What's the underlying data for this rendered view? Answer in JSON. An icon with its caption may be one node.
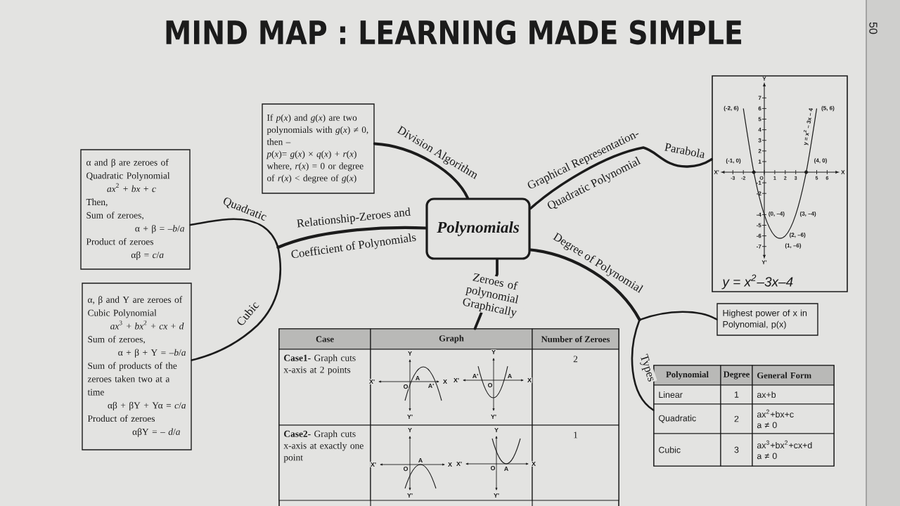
{
  "diagram": {
    "title": "MIND MAP : LEARNING MADE SIMPLE",
    "nodes": [
      {
        "text": [
          "Polynomials"
        ]
      },
      {
        "text": [
          "α and β are zeroes of Quadratic Polynomial",
          "*ax*$^{2}$ + *bx* + *c*",
          "Then,",
          "Sum of zeroes,",
          "α + β = –*b*/*a*",
          "Product of zeroes",
          "αβ = *c*/*a*"
        ]
      },
      {
        "text": [
          "α, β and Υ are zeroes of Cubic Polynomial",
          "*ax*$^{3}$ + *bx*$^{2}$ + *cx* + *d*",
          "Sum of zeroes,",
          "α + β + Υ = –*b*/*a*",
          "Sum of products of the zeroes taken two at a time",
          "αβ + βΥ + Υα = *c*/*a*",
          "Product of zeroes",
          "αβΥ = – *d*/*a*"
        ]
      },
      {
        "text": [
          "If *p*(*x*) and *g*(*x*) are two polynomials with *g*(*x*) ≠ 0, then –",
          "*p*(*x*)= *g*(*x*) × *q*(*x*) + *r*(*x*)",
          "where, *r*(*x*) = 0 or degree of *r*(*x*) < degree of *g*(*x*)"
        ]
      },
      {
        "text": [
          "y = x$^{2}$–3x–4"
        ]
      },
      {
        "text": [
          "Highest power of x in Polynomial, p(x)"
        ]
      },
      {
        "text": [
          "Polynomial",
          "Degree",
          "General Form",
          "Linear",
          "1",
          "ax+b",
          "Quadratic",
          "2",
          "ax$^{2}$+bx+c",
          "a ≠ 0",
          "Cubic",
          "3",
          "ax$^{3}$+bx$^{2}$+cx+d",
          "a ≠ 0"
        ]
      },
      {
        "text": [
          "Case",
          "Graph",
          "Number of Zeroes",
          "**Case1-** Graph cuts x-axis at 2 points",
          "2",
          "**Case2-** Graph cuts x-axis at exactly one point",
          "1"
        ]
      }
    ],
    "edges": [
      {
        "from": 0,
        "to": 3,
        "arrow": "none",
        "label": "Division Algorithm"
      },
      {
        "from": 0,
        "to": 1,
        "arrow": "none",
        "label": "Quadratic"
      },
      {
        "from": 0,
        "to": 2,
        "arrow": "none",
        "label": "Cubic"
      },
      {
        "from": 0,
        "to": 4,
        "arrow": "none",
        "label": "Parabola"
      },
      {
        "from": 0,
        "to": 5,
        "arrow": "none"
      },
      {
        "from": 0,
        "to": 6,
        "arrow": "none",
        "label": "Types"
      },
      {
        "from": 0,
        "to": 7,
        "arrow": "none",
        "label": "Zeroes of polynomial Graphically"
      }
    ],
    "labels": [
      "50",
      "Relationship-Zeroes and",
      "Coefficient of Polynomials",
      "Graphical Representation-",
      "Quadratic Polynomial",
      "Degree of Polynomial",
      "Y",
      "X'",
      "X",
      "O",
      "A",
      "A'",
      "Y'",
      "Y",
      "X'",
      "X",
      "O",
      "A'",
      "A",
      "Y'",
      "Y",
      "X'",
      "X",
      "O",
      "A",
      "Y'",
      "Y",
      "X'",
      "X",
      "O",
      "A",
      "Y'"
    ],
    "chart_data": {
      "type": "line",
      "xlabel": "X",
      "ylabel": "Y",
      "x": [
        -2,
        -1,
        0,
        1,
        2,
        3,
        4,
        5
      ],
      "series": [
        {
          "name": "y = x$^{2}$ – 3x – 4",
          "color": "#1b1b1b",
          "values": [
            6,
            0,
            -4,
            -6,
            -6,
            -4,
            0,
            6
          ]
        }
      ],
      "xlim": [
        -3.8,
        6.8
      ],
      "ylim": [
        -7.8,
        8.1
      ],
      "xticks": [
        -3,
        -2,
        {
          "value": 0,
          "label": "O"
        },
        1,
        2,
        3,
        5,
        6
      ],
      "yticks": [
        -7,
        -6,
        -5,
        -4,
        -2,
        -1,
        1,
        2,
        3,
        4,
        5,
        6,
        7
      ],
      "annotations": [
        {
          "x": -2,
          "y": 6,
          "text": "(-2, 6)"
        },
        {
          "x": 5,
          "y": 6,
          "text": "(5, 6)"
        },
        {
          "x": -1,
          "y": 0,
          "text": "(-1, 0)"
        },
        {
          "x": 4,
          "y": 0,
          "text": "(4, 0)"
        },
        {
          "x": 0,
          "y": -4,
          "text": "(0, –4)"
        },
        {
          "x": 3,
          "y": -4,
          "text": "(3, –4)"
        },
        {
          "x": 2,
          "y": -6,
          "text": "(2, –6)"
        },
        {
          "x": 1,
          "y": -6,
          "text": "(1, –6)"
        },
        "X'",
        "Y'"
      ]
    }
  }
}
